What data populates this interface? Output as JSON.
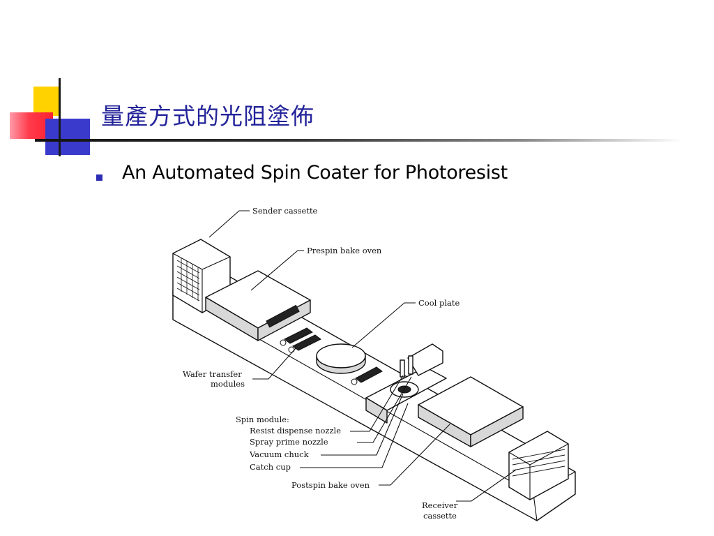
{
  "slide": {
    "title": "量產方式的光阻塗佈",
    "bullet": "An Automated Spin Coater for Photoresist"
  },
  "colors": {
    "title": "#23239a",
    "accent_yellow": "#ffd200",
    "accent_red": "#ff2030",
    "accent_blue": "#3a3acc",
    "bullet": "#2c2cb4"
  },
  "diagram": {
    "labels": {
      "sender_cassette": "Sender cassette",
      "prespin_bake_oven": "Prespin bake oven",
      "cool_plate": "Cool plate",
      "wafer_transfer_1": "Wafer transfer",
      "wafer_transfer_2": "modules",
      "spin_module": "Spin module:",
      "resist_dispense_nozzle": "Resist dispense nozzle",
      "spray_prime_nozzle": "Spray prime nozzle",
      "vacuum_chuck": "Vacuum chuck",
      "catch_cup": "Catch cup",
      "postspin_bake_oven": "Postspin bake oven",
      "receiver_1": "Receiver",
      "receiver_2": "cassette"
    }
  }
}
